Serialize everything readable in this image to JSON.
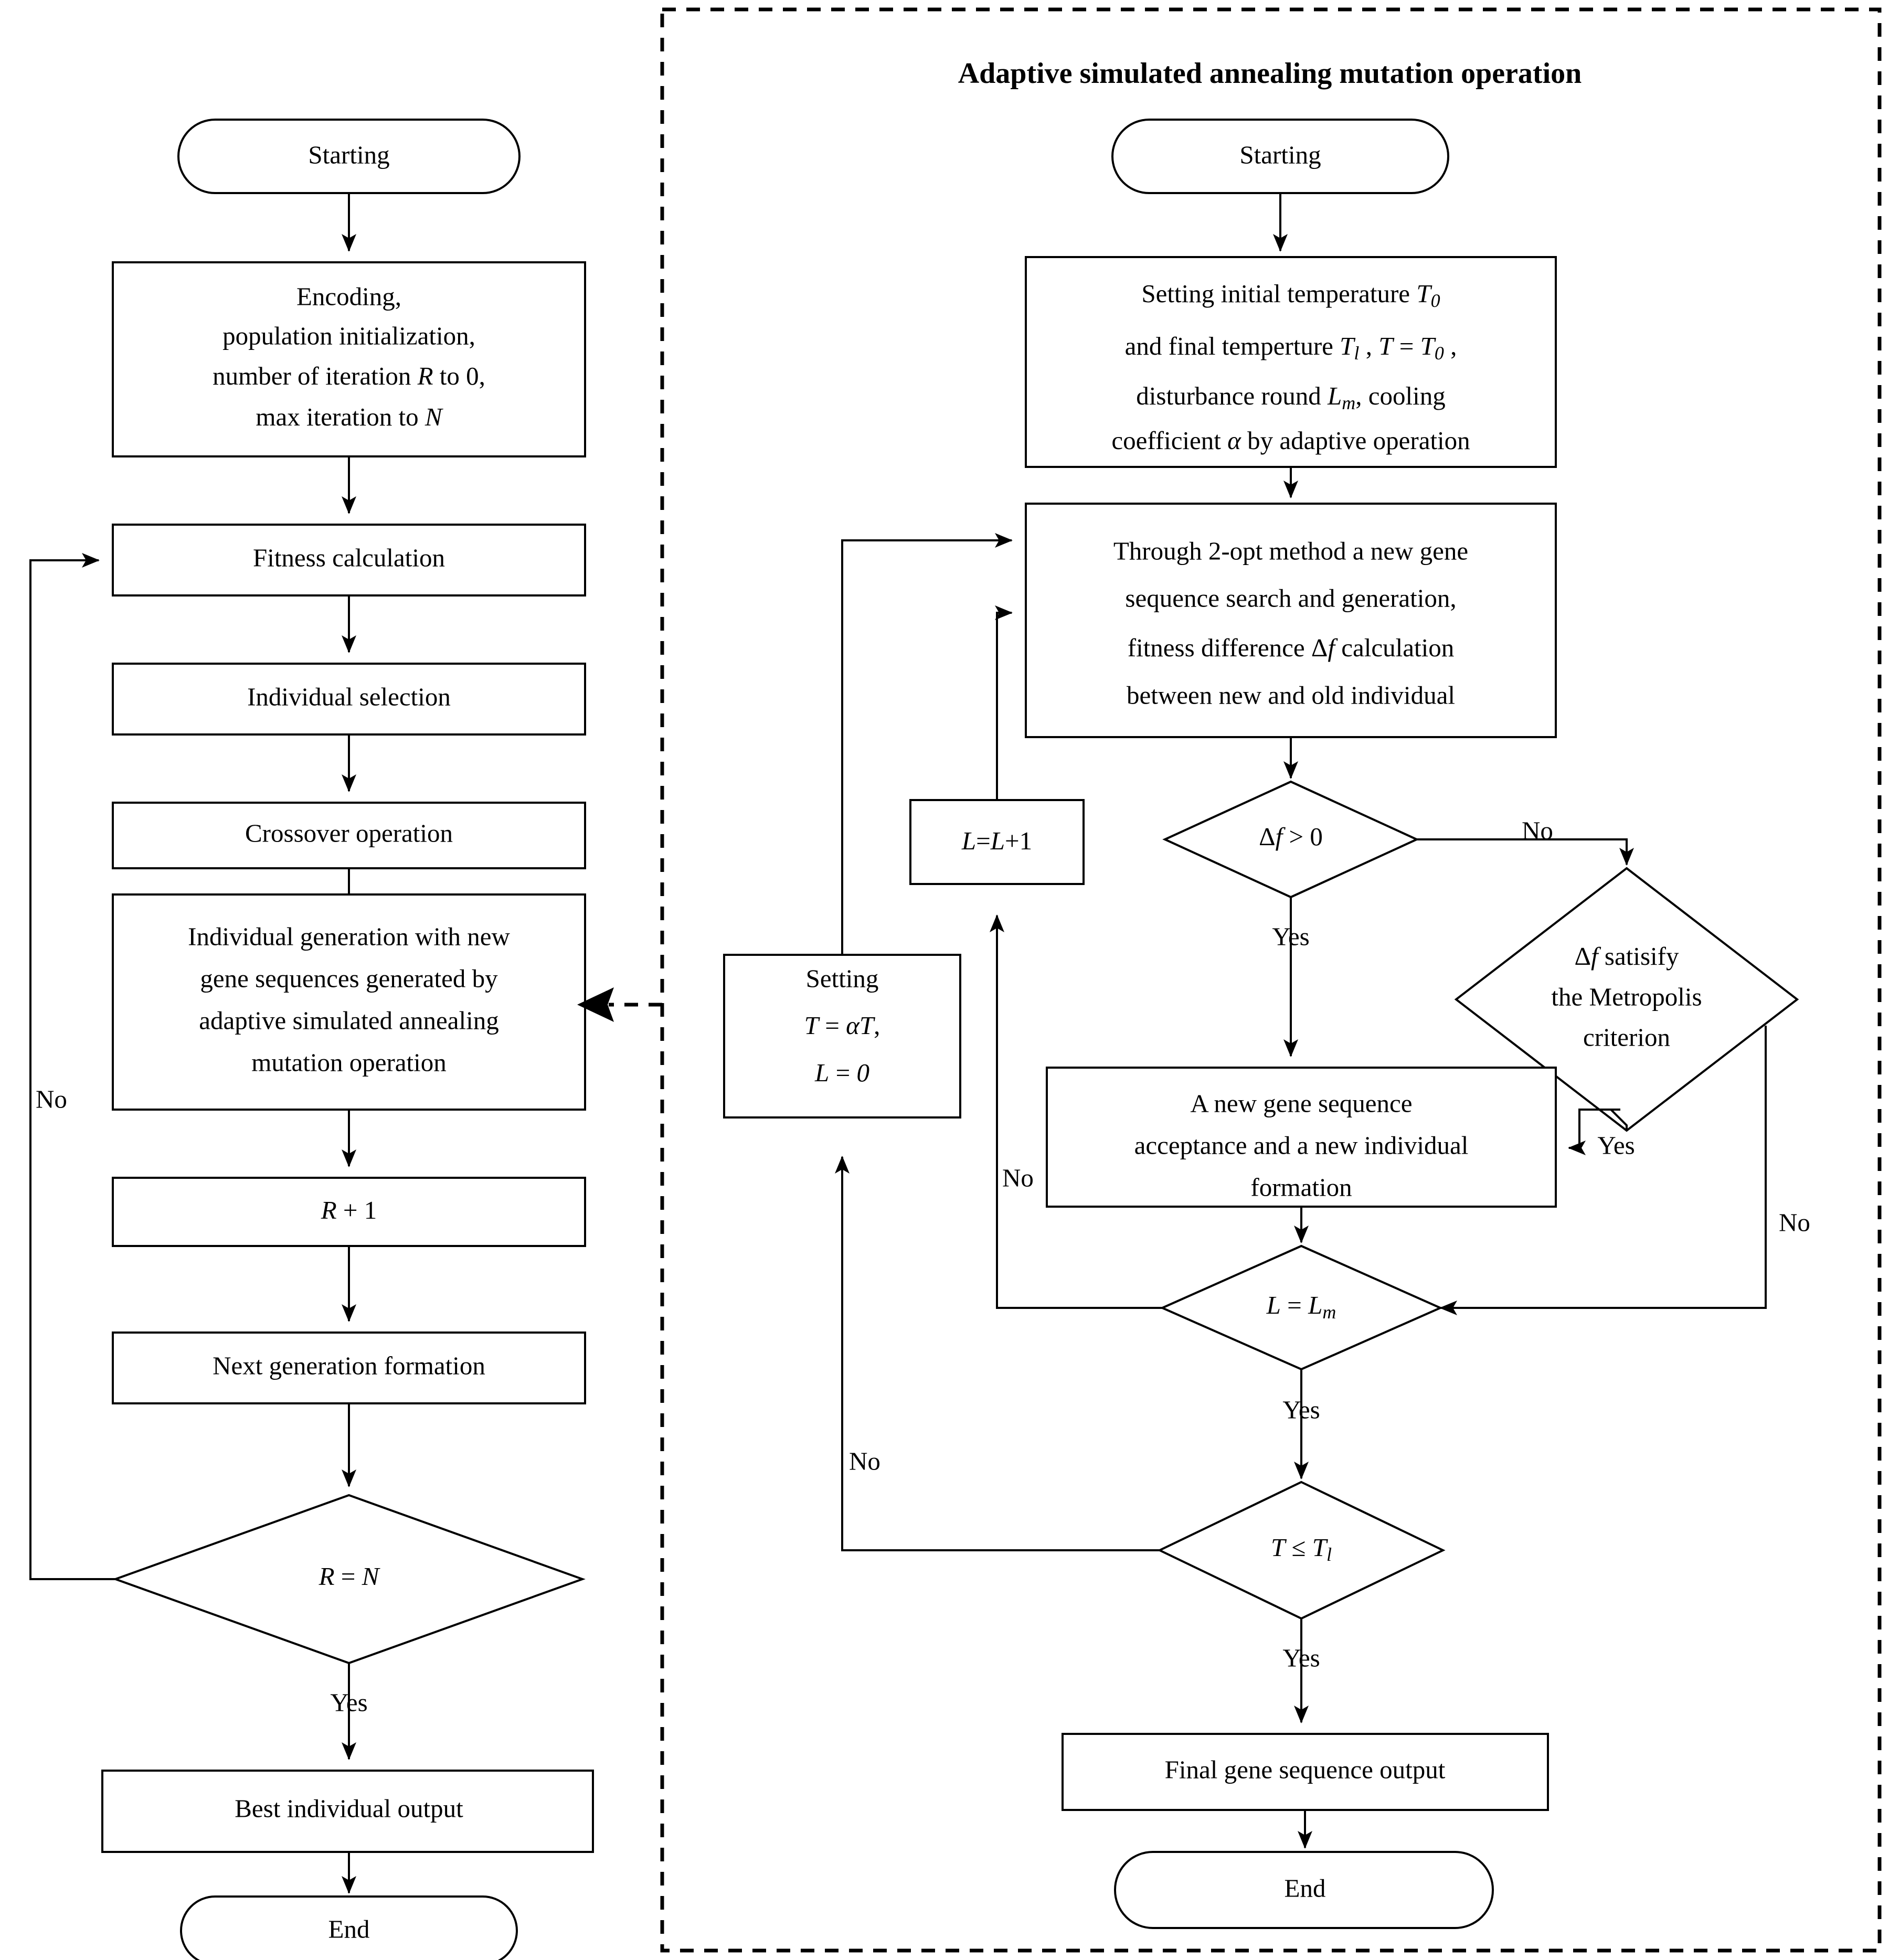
{
  "diagram": {
    "type": "flowchart",
    "title": "Adaptive simulated annealing mutation operation",
    "panel_right_title": "Adaptive simulated annealing mutation operation"
  },
  "left_flow": {
    "start": "Starting",
    "encoding": {
      "line1": "Encoding,",
      "line2": "population initialization,",
      "line3_a": "number of iteration ",
      "line3_var": "R",
      "line3_b": " to 0,",
      "line4_a": "max iteration to ",
      "line4_var": "N"
    },
    "fitness": "Fitness calculation",
    "selection": "Individual selection",
    "crossover": "Crossover operation",
    "mutation": {
      "line1": "Individual generation with new",
      "line2": "gene sequences generated by",
      "line3": "adaptive simulated annealing",
      "line4": "mutation operation"
    },
    "increment": {
      "var": "R",
      "rest": " + 1"
    },
    "next_generation": "Next generation formation",
    "decision": {
      "lhs": "R",
      "op": " = ",
      "rhs": "N"
    },
    "decision_yes": "Yes",
    "decision_no": "No",
    "best_output": "Best individual output",
    "end": "End"
  },
  "right_flow": {
    "start": "Starting",
    "init": {
      "line1_a": "Setting initial temperature ",
      "line1_var": "T",
      "line1_sub": "0",
      "line2_a": "and final temperture ",
      "line2_var1": "T",
      "line2_sub1": "l",
      "line2_b": " , ",
      "line2_var2": "T",
      "line2_c": " = ",
      "line2_var3": "T",
      "line2_sub2": "0",
      "line2_d": " ,",
      "line3_a": "disturbance round ",
      "line3_var": "L",
      "line3_sub": "m",
      "line3_b": ",  cooling",
      "line4_a": "coefficient ",
      "line4_var": "α",
      "line4_b": " by adaptive operation"
    },
    "two_opt": {
      "line1": "Through 2-opt method a new gene",
      "line2": "sequence search and generation,",
      "line3_a": "fitness difference  ",
      "line3_delta": "Δ",
      "line3_var": "f",
      "line3_b": " calculation",
      "line4": "between new and old individual"
    },
    "delta_decision": {
      "delta": "Δ",
      "var": "f",
      "rest": " > 0"
    },
    "delta_decision_yes": "Yes",
    "delta_decision_no": "No",
    "metropolis": {
      "line1_delta": "Δ",
      "line1_var": "f",
      "line1_rest": " satisify",
      "line2": "the Metropolis",
      "line3": "criterion"
    },
    "metropolis_yes": "Yes",
    "metropolis_no": "No",
    "increment_L": {
      "lhs": "L",
      "eq": "=",
      "rhs": "L",
      "plus": "+1"
    },
    "cooling": {
      "line1": "Setting",
      "line2_var": "T",
      "line2_eq": " = ",
      "line2_alpha": "α",
      "line2_t": "T",
      "line2_comma": ",",
      "line3_var": "L",
      "line3_eq": " = ",
      "line3_val": "0"
    },
    "acceptance": {
      "line1": "A new gene sequence",
      "line2": "acceptance and a new individual",
      "line3": "formation"
    },
    "L_decision": {
      "lhs": "L",
      "op": " = ",
      "rhs": "L",
      "sub": "m"
    },
    "L_decision_yes": "Yes",
    "L_decision_no": "No",
    "T_decision": {
      "lhs": "T",
      "op": " ≤ ",
      "rhs": "T",
      "sub": "l"
    },
    "T_decision_yes": "Yes",
    "T_decision_no": "No",
    "final_output": "Final gene sequence output",
    "end": "End"
  },
  "colors": {
    "stroke": "#000000",
    "fill": "#ffffff",
    "background": "#ffffff"
  }
}
